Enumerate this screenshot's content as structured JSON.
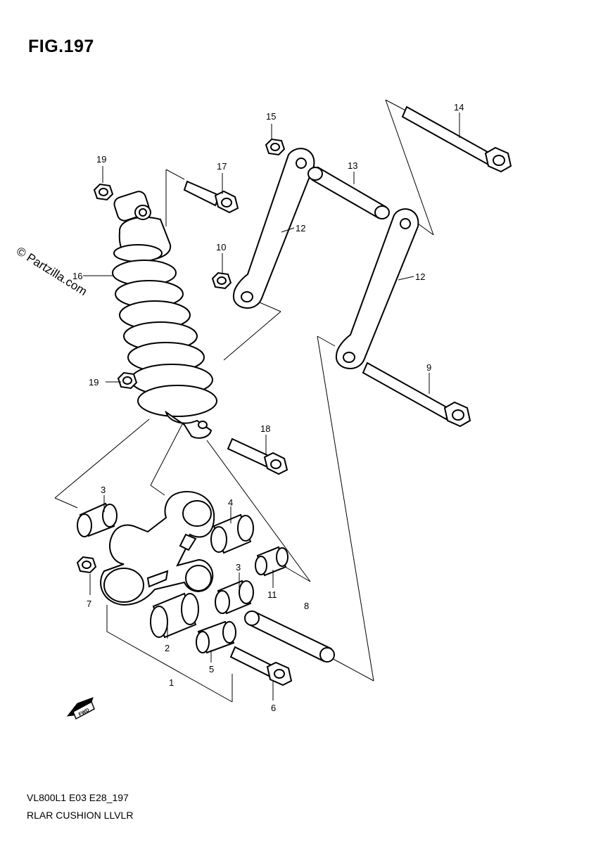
{
  "figure": {
    "title": "FIG.197"
  },
  "watermark": "© Partzilla.com",
  "footer": {
    "code": "VL800L1 E03 E28_197",
    "name": "RLAR CUSHION LLVLR"
  },
  "fwd_label": "FWD",
  "callouts": {
    "c1": "1",
    "c2": "2",
    "c3a": "3",
    "c3b": "3",
    "c4": "4",
    "c5": "5",
    "c6": "6",
    "c7": "7",
    "c8": "8",
    "c9": "9",
    "c10": "10",
    "c11": "11",
    "c12a": "12",
    "c12b": "12",
    "c13": "13",
    "c14": "14",
    "c15": "15",
    "c16": "16",
    "c17": "17",
    "c18": "18",
    "c19a": "19",
    "c19b": "19"
  }
}
